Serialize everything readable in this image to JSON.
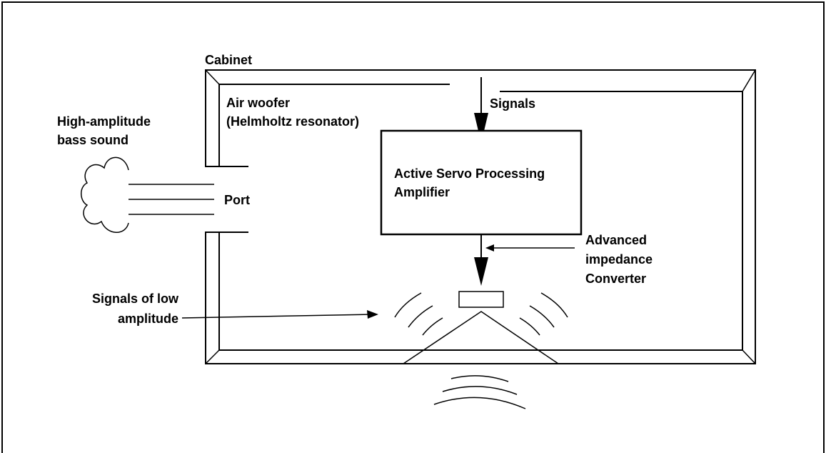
{
  "labels": {
    "cabinet": "Cabinet",
    "air_woofer_1": "Air woofer",
    "air_woofer_2": "(Helmholtz resonator)",
    "high_amp_1": "High-amplitude",
    "high_amp_2": "bass sound",
    "port": "Port",
    "signals": "Signals",
    "amp_1": "Active Servo Processing",
    "amp_2": "Amplifier",
    "adv_1": "Advanced",
    "adv_2": "impedance",
    "adv_3": "Converter",
    "low_1": "Signals of low",
    "low_2": "amplitude"
  }
}
